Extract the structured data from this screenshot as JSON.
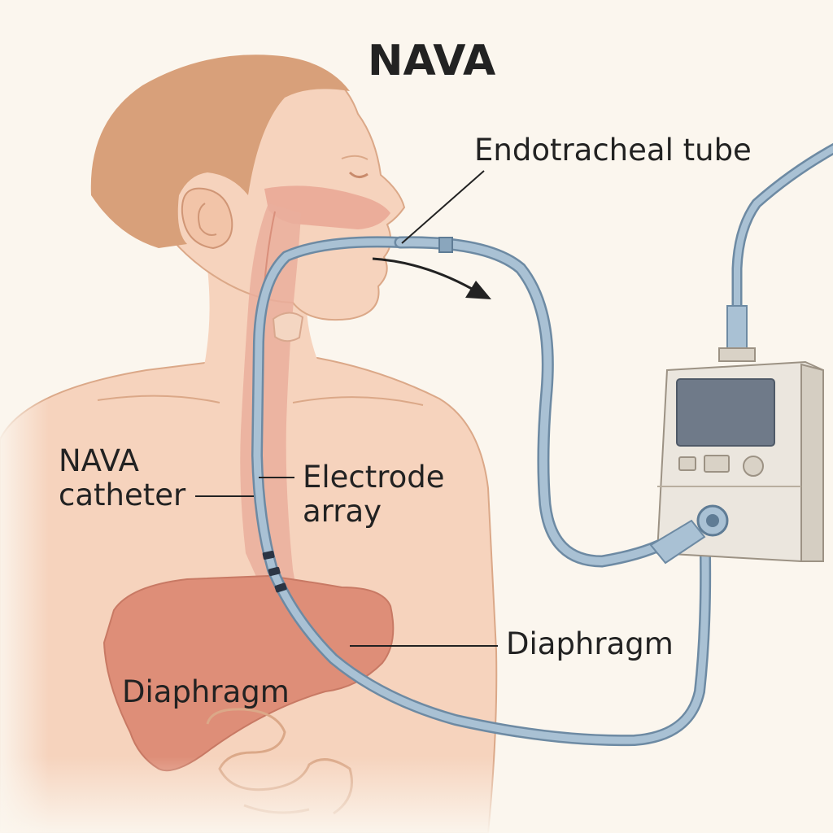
{
  "title": "NAVA",
  "labels": {
    "endotracheal_tube": "Endotracheal tube",
    "nava_catheter": "NAVA\ncatheter",
    "electrode_array": "Electrode\narray",
    "diaphragm_right": "Diaphragm",
    "diaphragm_left": "Diaphragm"
  },
  "colors": {
    "background": "#fbf6ee",
    "skin": "#f6d3bd",
    "skin_outline": "#dba888",
    "hair": "#d8a07a",
    "airway": "#e9a694",
    "organ": "#de8e78",
    "tube": "#9cb6cb",
    "tube_outline": "#6d8aa3",
    "device_body": "#ebe6de",
    "device_screen": "#6f7a89",
    "text": "#222222"
  }
}
